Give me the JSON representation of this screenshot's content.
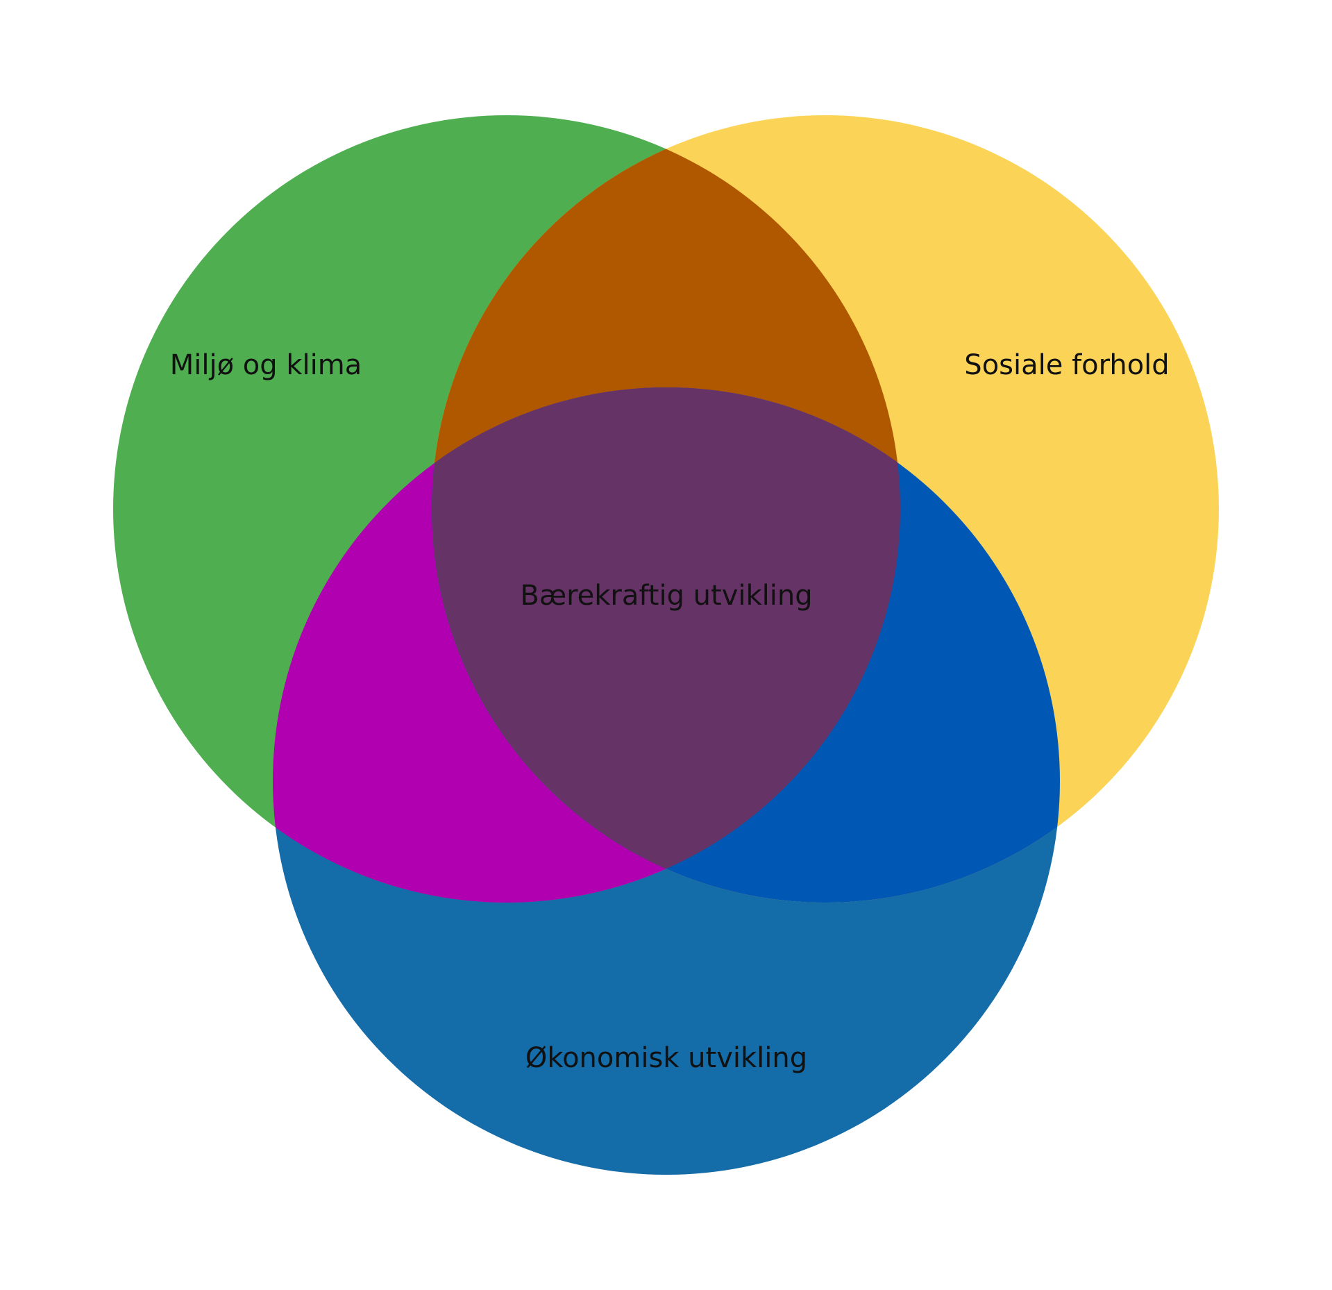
{
  "diagram": {
    "sets": {
      "environment": {
        "label": "Miljø og klima",
        "color": "#4FAF50"
      },
      "social": {
        "label": "Sosiale forhold",
        "color": "#FBD457"
      },
      "economic": {
        "label": "Økonomisk utvikling",
        "color": "#146CA8"
      }
    },
    "intersections": {
      "environment_social": {
        "color": "#B05800"
      },
      "environment_economic": {
        "color": "#B000B0"
      },
      "social_economic": {
        "color": "#0058B4"
      },
      "all_three": {
        "color": "#663366",
        "label": "Bærekraftig utvikling"
      }
    }
  }
}
